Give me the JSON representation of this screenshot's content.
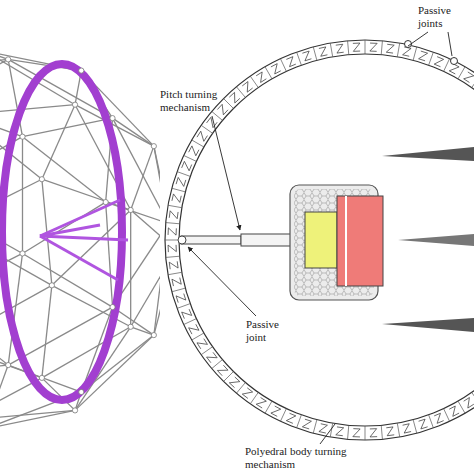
{
  "diagram": {
    "labels": [
      "Passive joints",
      "Pitch turning mechanism",
      "Passive joint",
      "Polyedral body turning mechanism"
    ]
  }
}
